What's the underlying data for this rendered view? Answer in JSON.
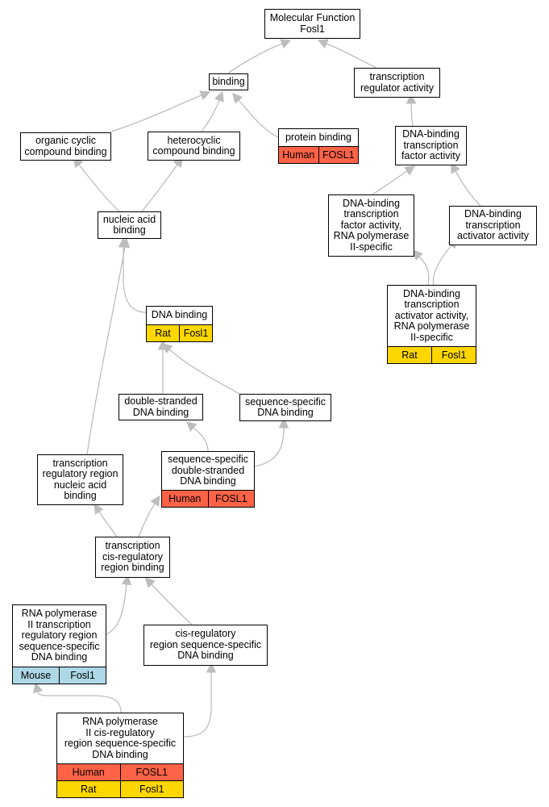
{
  "colors": {
    "human": "#FF6347",
    "rat": "#FFD700",
    "mouse": "#ADD8E6",
    "edge": "#BDBDBD"
  },
  "nodes": {
    "molecular_function": {
      "label": "Molecular Function\nFosl1"
    },
    "binding": {
      "label": "binding"
    },
    "transcription_regulator_activity": {
      "label": "transcription\nregulator activity"
    },
    "organic_cyclic_compound_binding": {
      "label": "organic cyclic\ncompound binding"
    },
    "heterocyclic_compound_binding": {
      "label": "heterocyclic\ncompound binding"
    },
    "protein_binding": {
      "label": "protein binding",
      "annotations": [
        {
          "species": "Human",
          "gene": "FOSL1",
          "color": "human"
        }
      ]
    },
    "dna_binding_tf_activity": {
      "label": "DNA-binding\ntranscription\nfactor activity"
    },
    "nucleic_acid_binding": {
      "label": "nucleic acid\nbinding"
    },
    "dna_binding_tf_activity_rnap2": {
      "label": "DNA-binding\ntranscription\nfactor activity,\nRNA polymerase\nII-specific"
    },
    "dna_binding_activator_activity": {
      "label": "DNA-binding\ntranscription\nactivator activity"
    },
    "dna_binding_activator_activity_rnap2": {
      "label": "DNA-binding\ntranscription\nactivator activity,\nRNA polymerase\nII-specific",
      "annotations": [
        {
          "species": "Rat",
          "gene": "Fosl1",
          "color": "rat"
        }
      ]
    },
    "dna_binding": {
      "label": "DNA binding",
      "annotations": [
        {
          "species": "Rat",
          "gene": "Fosl1",
          "color": "rat"
        }
      ]
    },
    "double_stranded_dna_binding": {
      "label": "double-stranded\nDNA binding"
    },
    "sequence_specific_dna_binding": {
      "label": "sequence-specific\nDNA binding"
    },
    "transcription_regulatory_region_nucleic_acid_binding": {
      "label": "transcription\nregulatory region\nnucleic acid\nbinding"
    },
    "sequence_specific_ds_dna_binding": {
      "label": "sequence-specific\ndouble-stranded\nDNA binding",
      "annotations": [
        {
          "species": "Human",
          "gene": "FOSL1",
          "color": "human"
        }
      ]
    },
    "transcription_cis_regulatory_region_binding": {
      "label": "transcription\ncis-regulatory\nregion binding"
    },
    "rnap2_transcription_regulatory_region_ss_dna_binding": {
      "label": "RNA polymerase\nII transcription\nregulatory region\nsequence-specific\nDNA binding",
      "annotations": [
        {
          "species": "Mouse",
          "gene": "Fosl1",
          "color": "mouse"
        }
      ]
    },
    "cis_regulatory_region_ss_dna_binding": {
      "label": "cis-regulatory\nregion sequence-specific\nDNA binding"
    },
    "rnap2_cis_regulatory_region_ss_dna_binding": {
      "label": "RNA polymerase\nII cis-regulatory\nregion sequence-specific\nDNA binding",
      "annotations": [
        {
          "species": "Human",
          "gene": "FOSL1",
          "color": "human"
        },
        {
          "species": "Rat",
          "gene": "Fosl1",
          "color": "rat"
        }
      ]
    }
  },
  "edges": [
    [
      "binding",
      "molecular_function"
    ],
    [
      "transcription_regulator_activity",
      "molecular_function"
    ],
    [
      "organic_cyclic_compound_binding",
      "binding"
    ],
    [
      "heterocyclic_compound_binding",
      "binding"
    ],
    [
      "protein_binding",
      "binding"
    ],
    [
      "dna_binding_tf_activity",
      "transcription_regulator_activity"
    ],
    [
      "nucleic_acid_binding",
      "organic_cyclic_compound_binding"
    ],
    [
      "nucleic_acid_binding",
      "heterocyclic_compound_binding"
    ],
    [
      "dna_binding_tf_activity_rnap2",
      "dna_binding_tf_activity"
    ],
    [
      "dna_binding_activator_activity",
      "dna_binding_tf_activity"
    ],
    [
      "dna_binding_activator_activity_rnap2",
      "dna_binding_tf_activity_rnap2"
    ],
    [
      "dna_binding_activator_activity_rnap2",
      "dna_binding_activator_activity"
    ],
    [
      "dna_binding",
      "nucleic_acid_binding"
    ],
    [
      "transcription_regulatory_region_nucleic_acid_binding",
      "nucleic_acid_binding"
    ],
    [
      "double_stranded_dna_binding",
      "dna_binding"
    ],
    [
      "sequence_specific_dna_binding",
      "dna_binding"
    ],
    [
      "sequence_specific_ds_dna_binding",
      "double_stranded_dna_binding"
    ],
    [
      "sequence_specific_ds_dna_binding",
      "sequence_specific_dna_binding"
    ],
    [
      "transcription_cis_regulatory_region_binding",
      "transcription_regulatory_region_nucleic_acid_binding"
    ],
    [
      "transcription_cis_regulatory_region_binding",
      "sequence_specific_ds_dna_binding"
    ],
    [
      "rnap2_transcription_regulatory_region_ss_dna_binding",
      "transcription_cis_regulatory_region_binding"
    ],
    [
      "cis_regulatory_region_ss_dna_binding",
      "transcription_cis_regulatory_region_binding"
    ],
    [
      "rnap2_cis_regulatory_region_ss_dna_binding",
      "rnap2_transcription_regulatory_region_ss_dna_binding"
    ],
    [
      "rnap2_cis_regulatory_region_ss_dna_binding",
      "cis_regulatory_region_ss_dna_binding"
    ]
  ]
}
